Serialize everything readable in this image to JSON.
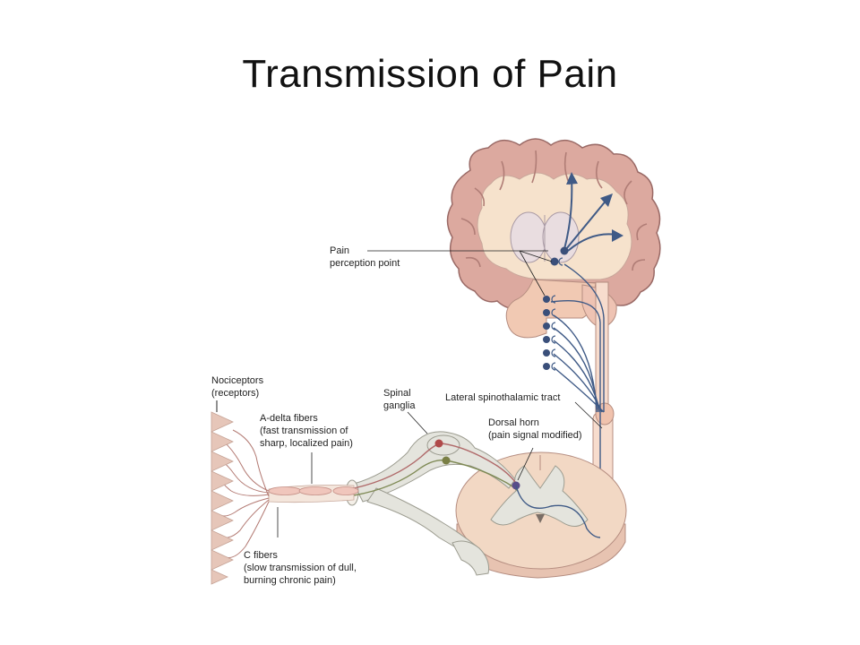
{
  "slide": {
    "title": "Transmission of Pain"
  },
  "labels": {
    "pain_perception_1": "Pain",
    "pain_perception_2": "perception point",
    "nociceptors_1": "Nociceptors",
    "nociceptors_2": "(receptors)",
    "spinal_ganglia_1": "Spinal",
    "spinal_ganglia_2": "ganglia",
    "lateral_tract": "Lateral spinothalamic tract",
    "a_delta_1": "A-delta fibers",
    "a_delta_2": "(fast transmission of",
    "a_delta_3": "sharp, localized pain)",
    "dorsal_horn_1": "Dorsal horn",
    "dorsal_horn_2": "(pain signal modified)",
    "c_fibers_1": "C fibers",
    "c_fibers_2": "(slow transmission of dull,",
    "c_fibers_3": "burning chronic pain)"
  },
  "colors": {
    "brain_fill": "#dca99f",
    "brain_stroke": "#9a6a66",
    "white_matter": "#f6e2cc",
    "spinal_cord": "#f2d8c4",
    "grey_matter": "#e4e4dd",
    "nerve": "#e8cfc8",
    "pathway": "#3f5a86",
    "neuron_dot": "#3a4f7a",
    "a_delta_fiber": "#b06a6a",
    "c_fiber": "#7f8a55",
    "dorsal_dot": "#5a4d8a"
  }
}
